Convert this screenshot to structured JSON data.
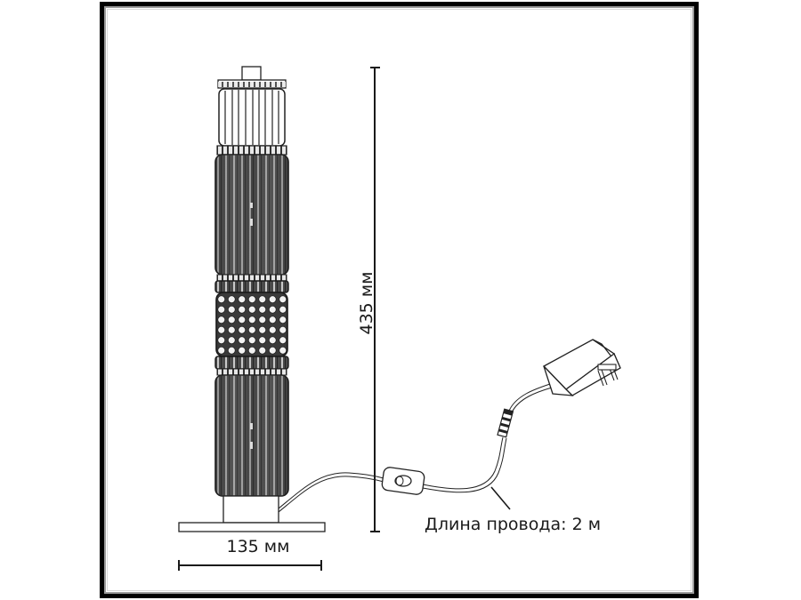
{
  "diagram": {
    "type": "dimension-drawing",
    "subject": "LED column table lamp with inline switch and plug-in power adapter",
    "dimensions": {
      "height_label": "435 мм",
      "base_width_label": "135 мм",
      "cable_length_label": "Длина провода: 2 м"
    },
    "parts": [
      {
        "name": "top-cap"
      },
      {
        "name": "upper-ribbed-section"
      },
      {
        "name": "upper-fluted-column"
      },
      {
        "name": "middle-ring"
      },
      {
        "name": "perforated-section"
      },
      {
        "name": "lower-ring"
      },
      {
        "name": "lower-fluted-column"
      },
      {
        "name": "base-stem"
      },
      {
        "name": "base-plate"
      },
      {
        "name": "inline-switch"
      },
      {
        "name": "cable-connector"
      },
      {
        "name": "power-adapter"
      }
    ],
    "colors": {
      "frame": "#000000",
      "frame_inner_line": "#9a9a9a",
      "line": "#1a1a1a",
      "column_fill": "#555555"
    }
  }
}
